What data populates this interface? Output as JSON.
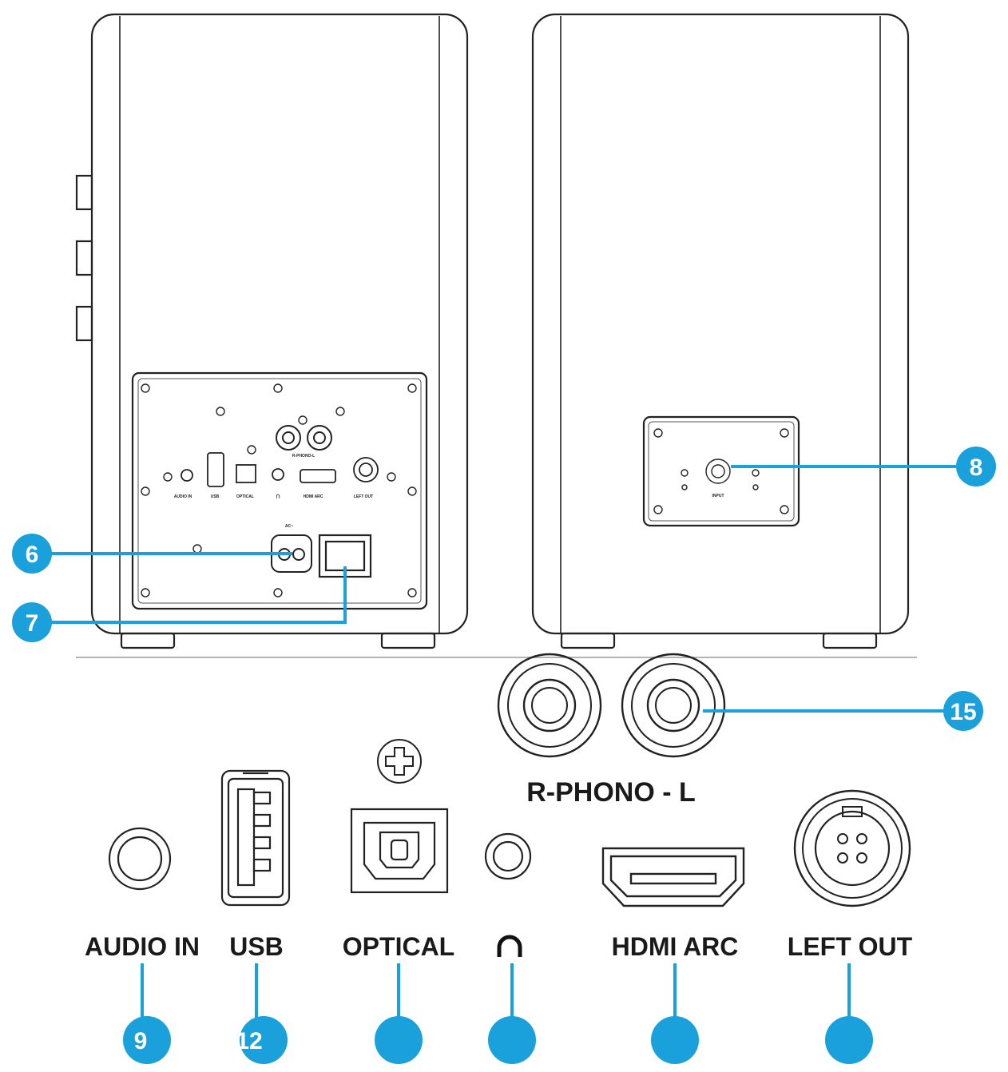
{
  "accent_color": "#1aa0db",
  "left_panel": {
    "small_labels": [
      "AUDIO IN",
      "USB",
      "OPTICAL",
      "HDMI ARC",
      "LEFT OUT"
    ],
    "phono_small": "R-PHONO-L",
    "ac_small": "AC~"
  },
  "right_panel": {
    "input_small": "INPUT"
  },
  "detail": {
    "phono_label": "R-PHONO - L",
    "labels": {
      "audio_in": "AUDIO IN",
      "usb": "USB",
      "optical": "OPTICAL",
      "hdmi_arc": "HDMI ARC",
      "left_out": "LEFT OUT"
    }
  },
  "callouts": {
    "c6": "6",
    "c7": "7",
    "c8": "8",
    "c15": "15",
    "c9": "9",
    "c12": "12"
  }
}
